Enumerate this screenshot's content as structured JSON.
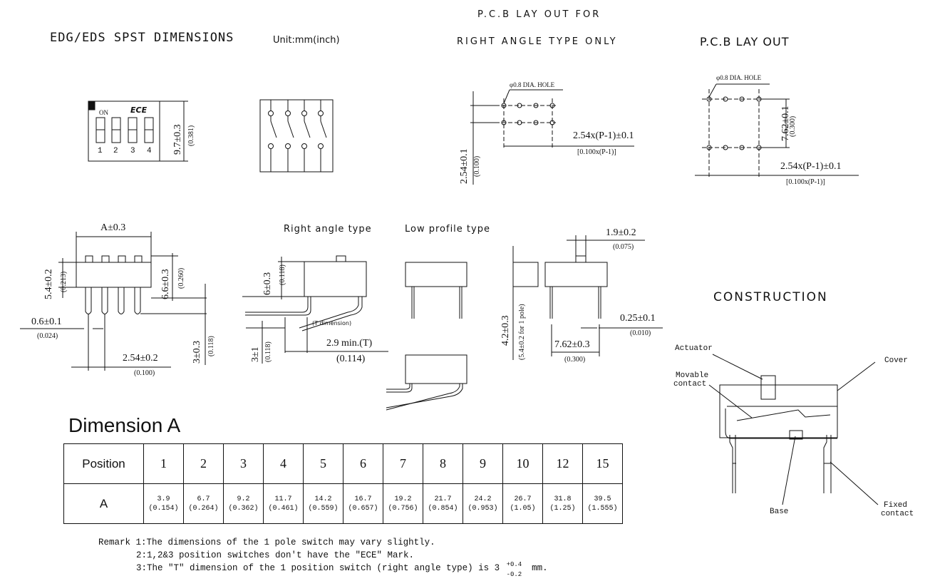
{
  "titles": {
    "main": "EDG/EDS SPST DIMENSIONS",
    "unit": "Unit:mm(inch)",
    "pcb_ra_line1": "P.C.B LAY OUT FOR",
    "pcb_ra_line2": "RIGHT ANGLE TYPE ONLY",
    "pcb_layout": "P.C.B LAY OUT",
    "right_angle": "Right angle type",
    "low_profile": "Low profile type",
    "construction": "CONSTRUCTION",
    "dimension_a": "Dimension A"
  },
  "top_view": {
    "on_label": "ON",
    "logo": "ECE",
    "positions": [
      "1",
      "2",
      "3",
      "4"
    ],
    "height_dim": "9.7±0.3",
    "height_inch": "(0.381)"
  },
  "pcb_ra": {
    "hole": "φ0.8 DIA. HOLE",
    "pitch": "2.54x(P-1)±0.1",
    "pitch_inch": "[0.100x(P-1)]",
    "row_dim": "2.54±0.1",
    "row_inch": "(0.100)"
  },
  "pcb": {
    "hole": "φ0.8 DIA. HOLE",
    "row_dim": "7.62±0.1",
    "row_inch": "(0.300)",
    "pitch": "2.54x(P-1)±0.1",
    "pitch_inch": "[0.100x(P-1)]"
  },
  "front_view": {
    "a_dim": "A±0.3",
    "body_h": "5.4±0.2",
    "body_h_inch": "(0.213)",
    "total_h": "6.6±0.3",
    "total_h_inch": "(0.260)",
    "pin_w": "0.6±0.1",
    "pin_w_inch": "(0.024)",
    "pitch": "2.54±0.2",
    "pitch_inch": "(0.100)",
    "pin_len": "3±0.3",
    "pin_len_inch": "(0.118)"
  },
  "right_angle_view": {
    "h": "6±0.3",
    "h_inch": "(0.118)",
    "t_label": "(T dimension)",
    "pin": "3±1",
    "pin_inch": "(0.118)",
    "t_min": "2.9 min.(T)",
    "t_inch": "(0.114)"
  },
  "side_view": {
    "act_w": "1.9±0.2",
    "act_w_inch": "(0.075)",
    "h": "4.2±0.3",
    "h_inch": "(5.4±0.2 for 1 pole)",
    "pin_t": "0.25±0.1",
    "pin_t_inch": "(0.010)",
    "row": "7.62±0.3",
    "row_inch": "(0.300)"
  },
  "construction": {
    "actuator": "Actuator",
    "cover": "Cover",
    "movable_1": "Movable",
    "movable_2": "contact",
    "base": "Base",
    "fixed_1": "Fixed",
    "fixed_2": "contact"
  },
  "dimension_table": {
    "row1_label": "Position",
    "row2_label": "A",
    "positions": [
      "1",
      "2",
      "3",
      "4",
      "5",
      "6",
      "7",
      "8",
      "9",
      "10",
      "12",
      "15"
    ],
    "mm": [
      "3.9",
      "6.7",
      "9.2",
      "11.7",
      "14.2",
      "16.7",
      "19.2",
      "21.7",
      "24.2",
      "26.7",
      "31.8",
      "39.5"
    ],
    "inch": [
      "(0.154)",
      "(0.264)",
      "(0.362)",
      "(0.461)",
      "(0.559)",
      "(0.657)",
      "(0.756)",
      "(0.854)",
      "(0.953)",
      "(1.05)",
      "(1.25)",
      "(1.555)"
    ]
  },
  "remarks": {
    "r1": "Remark 1:The dimensions of the 1 pole switch may vary slightly.",
    "r2": "2:1,2&3 position switches don't have the \"ECE\" Mark.",
    "r3_pre": "3:The \"T\" dimension of the 1 position switch (right angle type) is 3",
    "r3_sup": "+0.4",
    "r3_sub": "-0.2",
    "r3_post": "mm."
  }
}
